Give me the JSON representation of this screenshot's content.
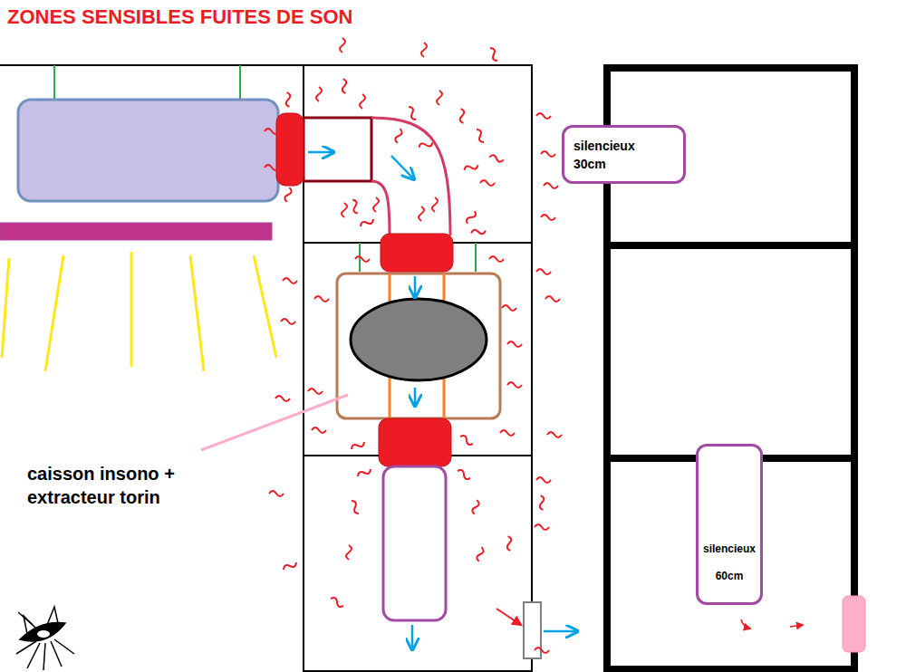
{
  "diagram": {
    "title": "ZONES SENSIBLES FUITES DE SON",
    "nodes": [
      {
        "text": [
          "silencieux 30cm"
        ]
      },
      {
        "text": [
          "silencieux 60cm"
        ]
      }
    ],
    "labels": [
      "caisson insono + extracteur torin"
    ]
  }
}
